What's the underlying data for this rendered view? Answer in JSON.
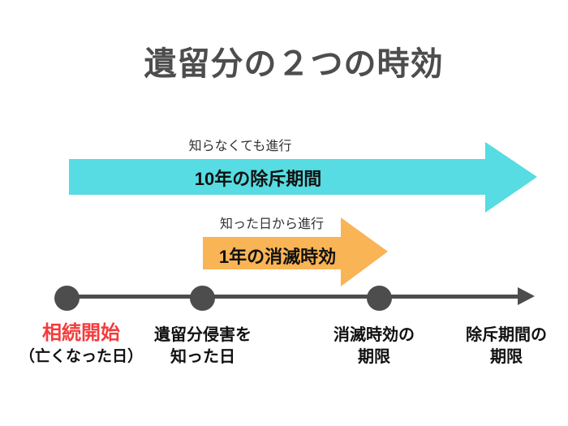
{
  "title": "遺留分の２つの時効",
  "arrows": {
    "exclusion": {
      "note": "知らなくても進行",
      "label": "10年の除斥期間"
    },
    "extinction": {
      "note": "知った日から進行",
      "label": "1年の消滅時効"
    }
  },
  "timeline": {
    "points": [
      {
        "line1": "相続開始",
        "line2": "（亡くなった日）"
      },
      {
        "line1": "遺留分侵害を",
        "line2": "知った日"
      },
      {
        "line1": "消滅時効の",
        "line2": "期限"
      },
      {
        "line1": "除斥期間の",
        "line2": "期限"
      }
    ]
  },
  "colors": {
    "background": "#ffffff",
    "title_text": "#4d4d4d",
    "body_text": "#111111",
    "note_text": "#333333",
    "emphasis_red": "#f53b3b",
    "exclusion_arrow_cyan": "#56dce2",
    "extinction_arrow_orange": "#f9b455",
    "timeline_gray": "#4d4d4d"
  }
}
